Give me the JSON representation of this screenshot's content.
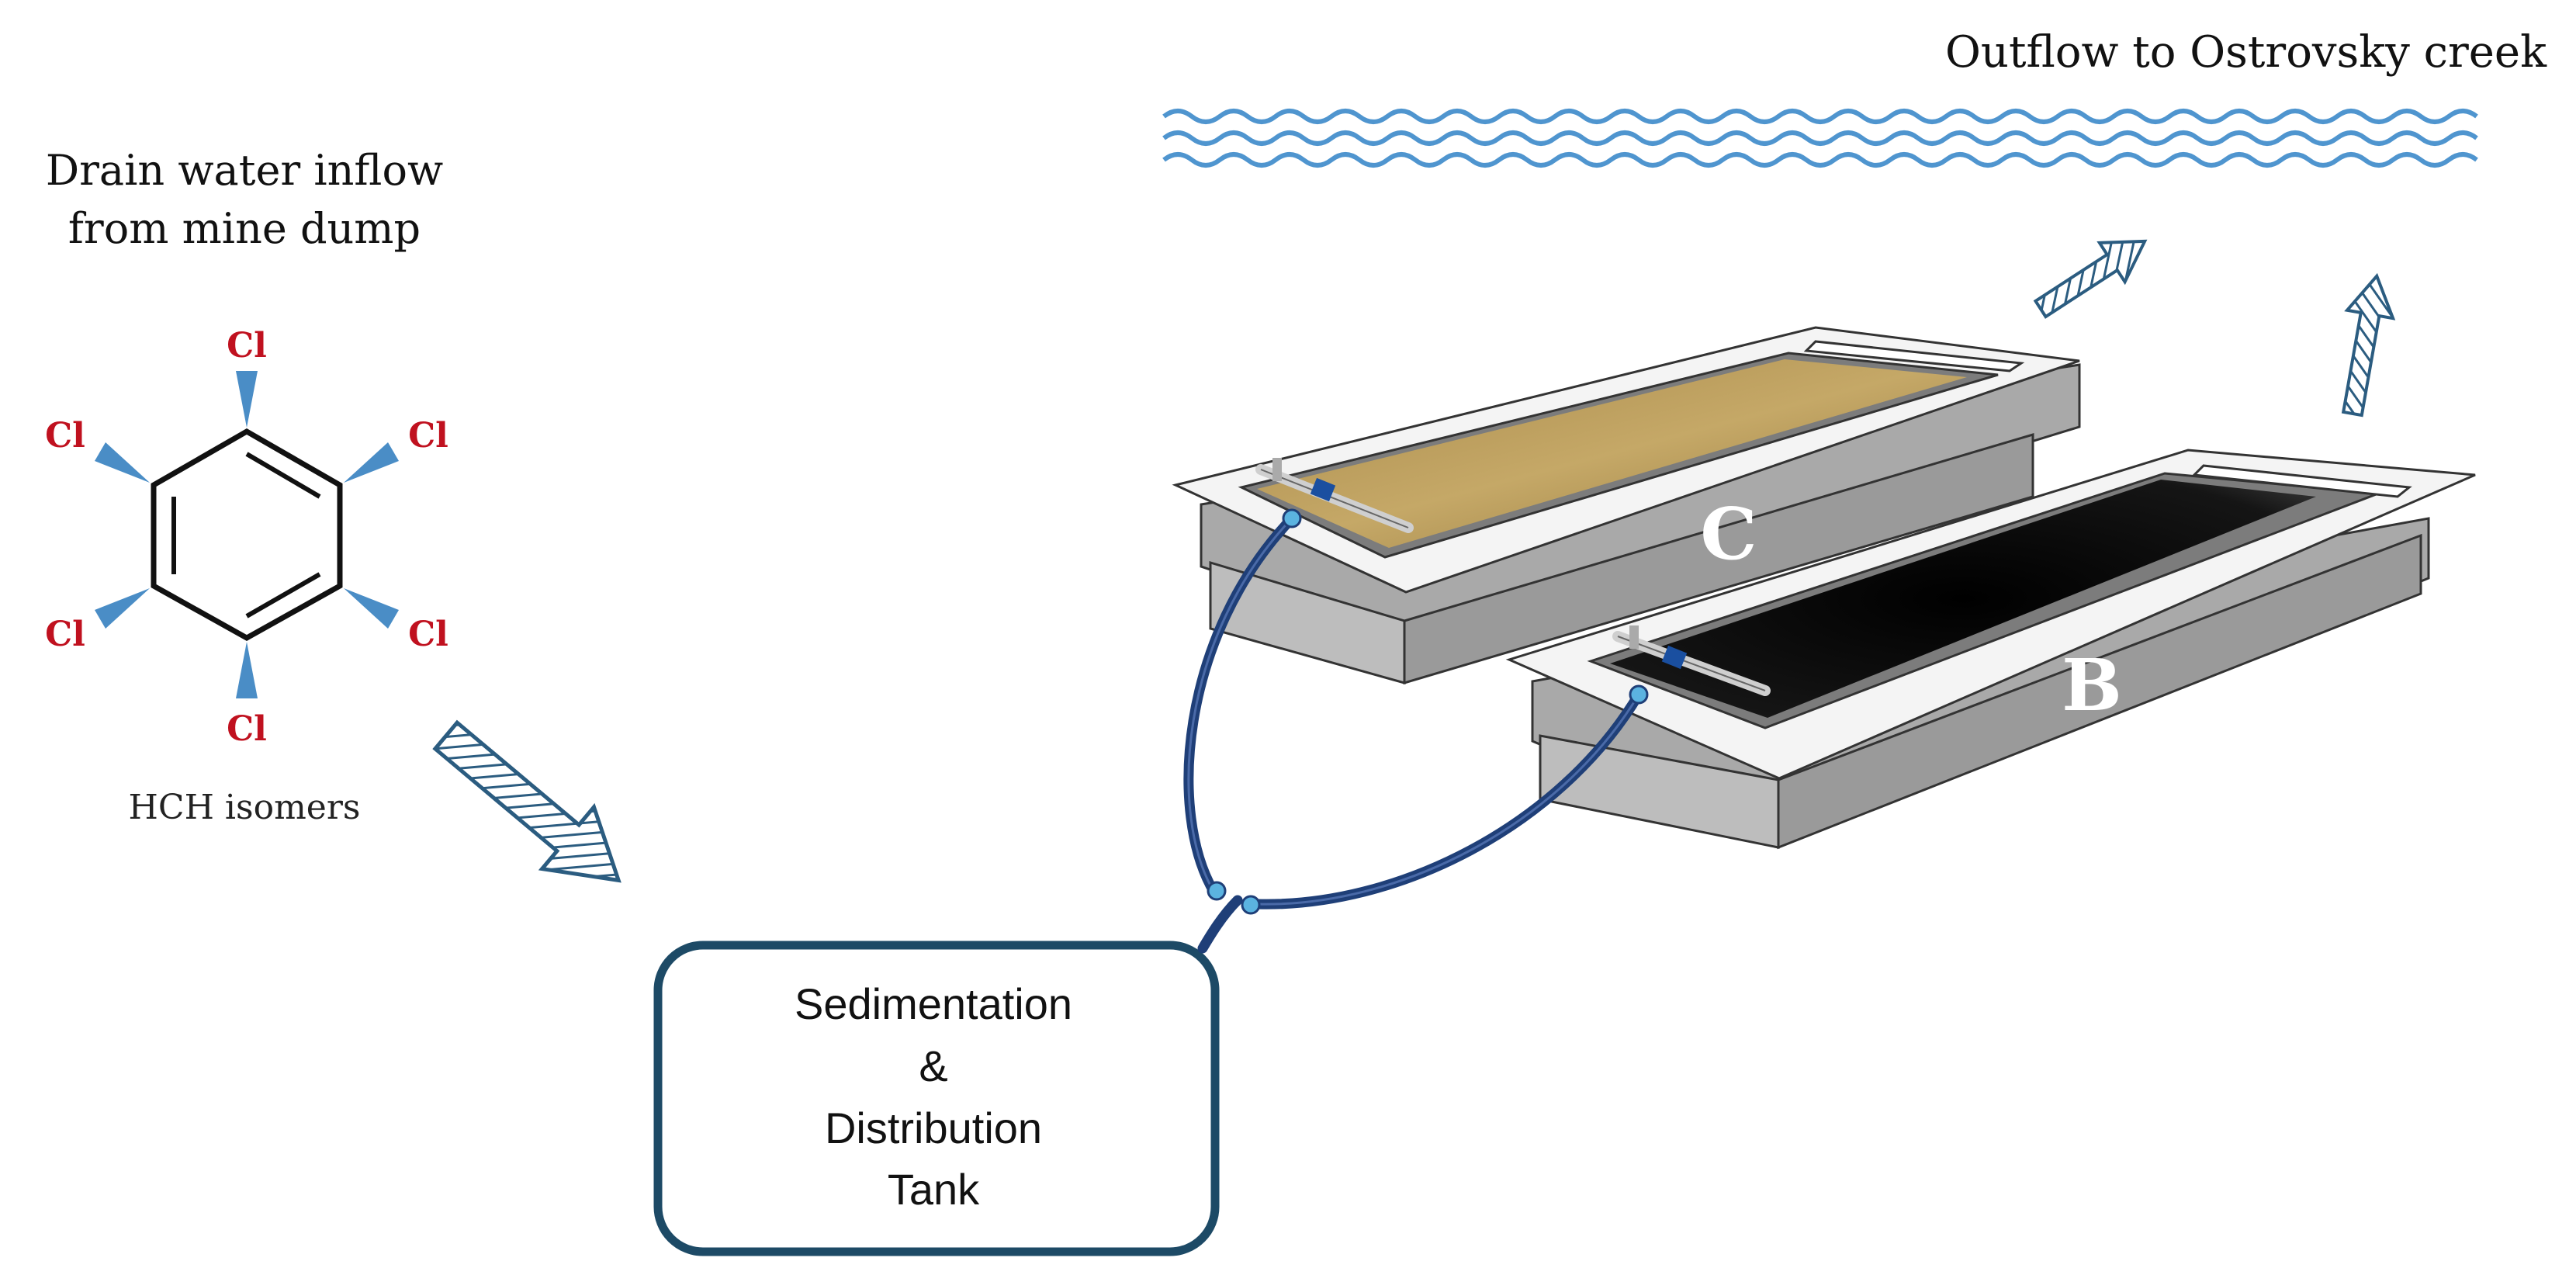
{
  "inflow": {
    "line1": "Drain water inflow",
    "line2": "from mine dump"
  },
  "molecule": {
    "atom_label": "Cl",
    "caption": "HCH isomers"
  },
  "tank": {
    "line1": "Sedimentation",
    "line2": "&",
    "line3": "Distribution",
    "line4": "Tank"
  },
  "outflow": {
    "label": "Outflow to Ostrovsky creek"
  },
  "wetlands": {
    "left_label": "C",
    "right_label": "B"
  },
  "colors": {
    "chlorine": "#c0111f",
    "wedge": "#4a8dc6",
    "water": "#4f95cf",
    "tank_border": "#1d4a66",
    "hose": "#1f3f78",
    "box_frame": "#a9a9a9",
    "box_rim": "#f4f4f4",
    "gravel": "#b99a55",
    "charcoal": "#111111"
  },
  "icons": [
    "hexagon-ring-icon",
    "diagonal-hatched-arrow-icon",
    "wave-lines-icon"
  ]
}
